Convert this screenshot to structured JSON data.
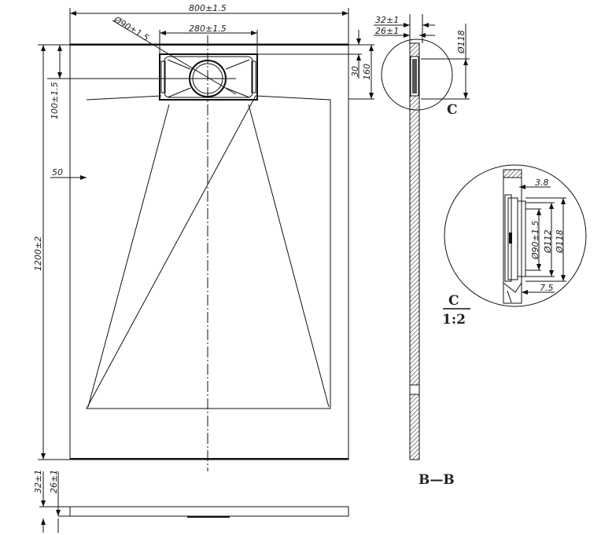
{
  "plan_view": {
    "width_dim": "800±1.5",
    "drain_width_dim": "280±1.5",
    "drain_diameter_dim": "Ø90±1.5",
    "length_dim": "1200±2",
    "drain_offset_dim": "100±1.5",
    "border_dim": "50",
    "drain_depth_dim": "30",
    "drain_zone_dim": "160"
  },
  "side_view": {
    "total_height_dim": "32±1",
    "body_height_dim": "26±1"
  },
  "section_view": {
    "total_height_dim": "32±1",
    "body_height_dim": "26±1",
    "outlet_diameter_dim": "Ø118",
    "detail_marker": "C",
    "title": "B—B"
  },
  "detail_view": {
    "wall_dim": "3.8",
    "inner_dim": "Ø90±1.5",
    "mid_dim": "Ø112",
    "outer_dim": "Ø118",
    "flange_dim": "7.5",
    "label": "C",
    "scale": "1:2"
  }
}
